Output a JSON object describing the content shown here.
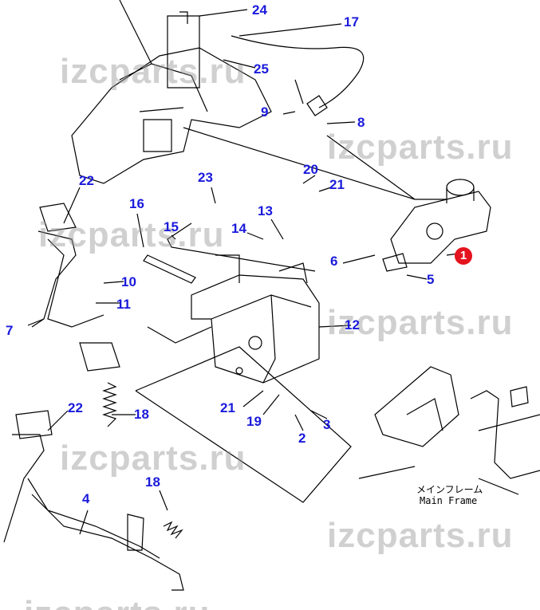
{
  "watermark": "izcparts.ru",
  "callouts": [
    "24",
    "17",
    "25",
    "9",
    "8",
    "20",
    "21",
    "23",
    "22",
    "16",
    "13",
    "15",
    "14",
    "6",
    "5",
    "10",
    "11",
    "7",
    "12",
    "21",
    "19",
    "3",
    "2",
    "22",
    "18",
    "18",
    "4"
  ],
  "highlight_callout": "1",
  "highlight_color": "#e4141e",
  "label_color": "#1a1adc",
  "caption": {
    "jp": "メインフレーム",
    "en": "Main Frame"
  }
}
